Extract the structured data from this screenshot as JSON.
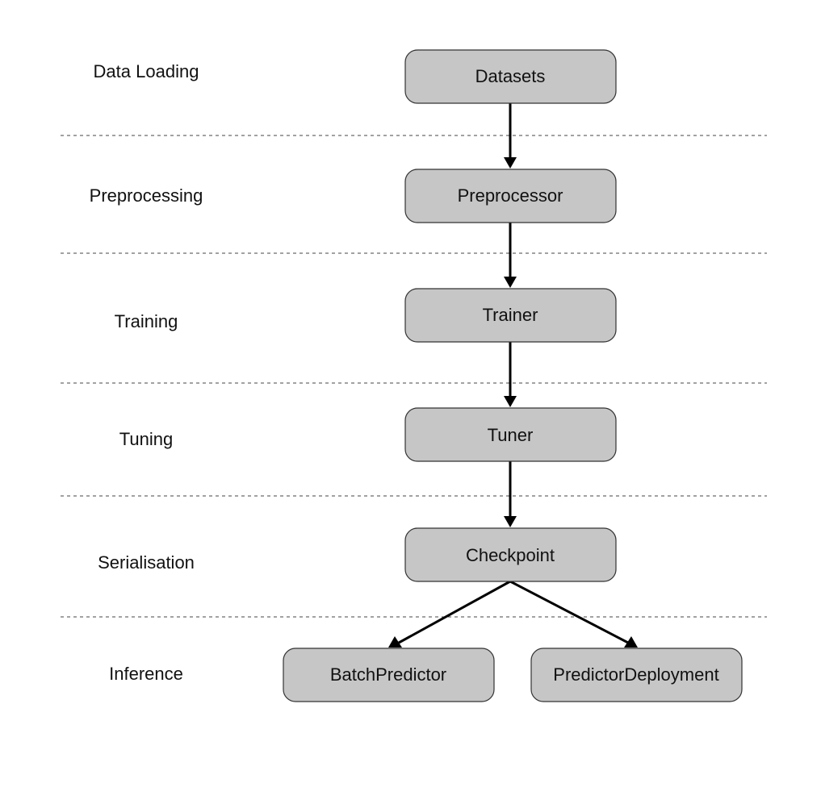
{
  "stages": [
    {
      "id": "data-loading",
      "label": "Data Loading"
    },
    {
      "id": "preprocessing",
      "label": "Preprocessing"
    },
    {
      "id": "training",
      "label": "Training"
    },
    {
      "id": "tuning",
      "label": "Tuning"
    },
    {
      "id": "serialisation",
      "label": "Serialisation"
    },
    {
      "id": "inference",
      "label": "Inference"
    }
  ],
  "nodes": [
    {
      "id": "datasets",
      "label": "Datasets",
      "stage": "data-loading"
    },
    {
      "id": "preprocessor",
      "label": "Preprocessor",
      "stage": "preprocessing"
    },
    {
      "id": "trainer",
      "label": "Trainer",
      "stage": "training"
    },
    {
      "id": "tuner",
      "label": "Tuner",
      "stage": "tuning"
    },
    {
      "id": "checkpoint",
      "label": "Checkpoint",
      "stage": "serialisation"
    },
    {
      "id": "batch-predictor",
      "label": "BatchPredictor",
      "stage": "inference"
    },
    {
      "id": "predictor-deployment",
      "label": "PredictorDeployment",
      "stage": "inference"
    }
  ],
  "edges": [
    {
      "from": "datasets",
      "to": "preprocessor"
    },
    {
      "from": "preprocessor",
      "to": "trainer"
    },
    {
      "from": "trainer",
      "to": "tuner"
    },
    {
      "from": "tuner",
      "to": "checkpoint"
    },
    {
      "from": "checkpoint",
      "to": "batch-predictor"
    },
    {
      "from": "checkpoint",
      "to": "predictor-deployment"
    }
  ],
  "colors": {
    "node_fill": "#c6c6c6",
    "node_border": "#333333",
    "edge": "#000000",
    "divider": "#444444",
    "text": "#111111"
  }
}
